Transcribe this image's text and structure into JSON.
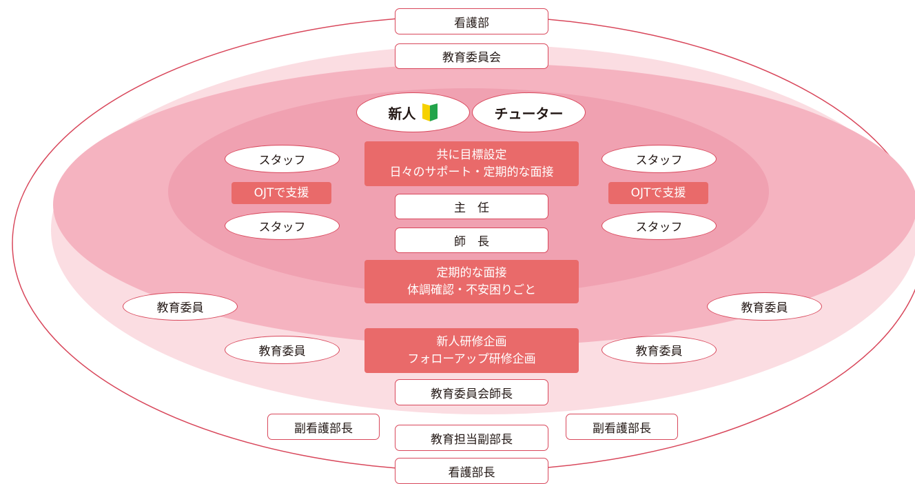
{
  "colors": {
    "outer_stroke": "#d8465a",
    "band_light": "#fbdde2",
    "band_mid": "#f5b3c0",
    "band_inner": "#f0a1b1",
    "note_fill": "#e96a6a",
    "beginner_mark_yellow": "#f6d100",
    "beginner_mark_green": "#22a44a"
  },
  "top": {
    "nursing_dept": "看護部",
    "education_committee": "教育委員会"
  },
  "center": {
    "newcomer": "新人",
    "beginner_mark_icon": "shoshinsha-mark-icon",
    "tutor": "チューター",
    "goal_note": [
      "共に目標設定",
      "日々のサポート・定期的な面接"
    ],
    "chief": "主　任",
    "head_nurse": "師　長",
    "interview_note": [
      "定期的な面接",
      "体調確認・不安困りごと"
    ]
  },
  "left": {
    "staff_upper": "スタッフ",
    "ojt": "OJTで支援",
    "staff_lower": "スタッフ"
  },
  "right": {
    "staff_upper": "スタッフ",
    "ojt": "OJTで支援",
    "staff_lower": "スタッフ"
  },
  "committee": {
    "member_far_left": "教育委員",
    "member_near_left": "教育委員",
    "member_far_right": "教育委員",
    "member_near_right": "教育委員",
    "training_note": [
      "新人研修企画",
      "フォローアップ研修企画"
    ],
    "committee_head": "教育委員会師長"
  },
  "bottom": {
    "deputy_left": "副看護部長",
    "deputy_education": "教育担当副部長",
    "deputy_right": "副看護部長",
    "director": "看護部長"
  }
}
